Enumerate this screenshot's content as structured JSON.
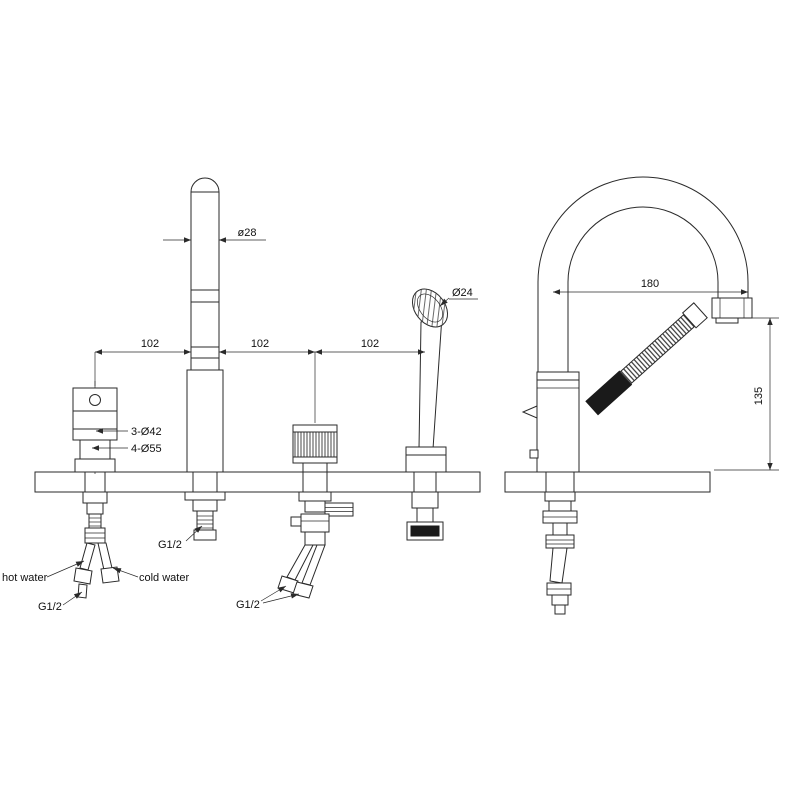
{
  "colors": {
    "line": "#2a2a2a",
    "background": "#ffffff",
    "dark_fill": "#1a1a1a"
  },
  "front_view": {
    "dimensions": {
      "spacing_left": "102",
      "spacing_middle": "102",
      "spacing_right": "102",
      "spout_diameter": "ø28",
      "shower_diameter": "Ø24",
      "mount_holes_small": "3-Ø42",
      "mount_holes_large": "4-Ø55"
    },
    "labels": {
      "hot_water": "hot water",
      "cold_water": "cold water",
      "thread_handle": "G1/2",
      "thread_spout": "G1/2",
      "thread_diverter": "G1/2"
    }
  },
  "side_view": {
    "dimensions": {
      "spout_reach": "180",
      "spout_height": "135"
    }
  }
}
